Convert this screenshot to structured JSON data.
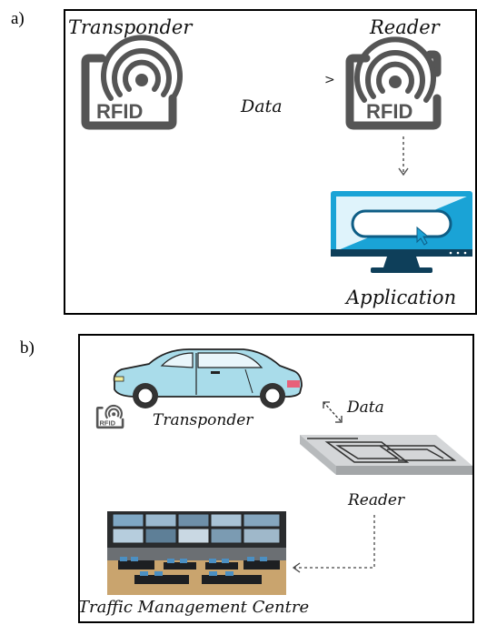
{
  "panel_a": {
    "label": "a)",
    "transponder_label": "Transponder",
    "reader_label": "Reader",
    "data_label": "Data",
    "arrow_glyph": ">",
    "application_label": "Application",
    "rfid_text": "RFID"
  },
  "panel_b": {
    "label": "b)",
    "transponder_label": "Transponder",
    "data_label": "Data",
    "reader_label": "Reader",
    "centre_label": "Traffic Management Centre",
    "rfid_text": "RFID"
  },
  "colors": {
    "rfid_gray": "#555555",
    "car_body": "#a9dcea",
    "screen_blue": "#1aa3d6",
    "tail_light": "#e8607a"
  }
}
